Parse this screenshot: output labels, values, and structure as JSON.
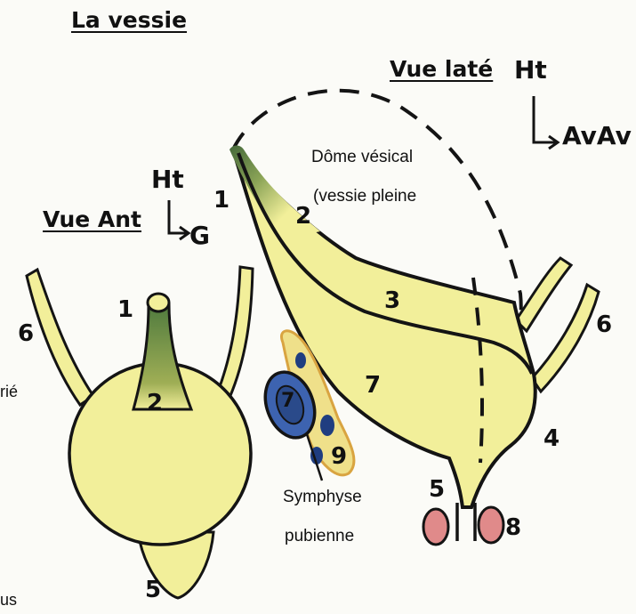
{
  "titles": {
    "main": "La vessie",
    "lateral_view": "Vue laté",
    "anterior_view": "Vue Ant"
  },
  "orientation": {
    "lateral_up": "Ht",
    "lateral_direction": "AvAv",
    "anterior_up": "Ht",
    "anterior_direction": "G"
  },
  "labels": {
    "dome": "Dôme vésical",
    "dome_note": "(vessie pleine",
    "symphysis_line1": "Symphyse",
    "symphysis_line2": "pubienne"
  },
  "numbers": {
    "ant_1": "1",
    "ant_2": "2",
    "ant_5": "5",
    "ant_6": "6",
    "lat_1": "1",
    "lat_2": "2",
    "lat_3": "3",
    "lat_4": "4",
    "lat_5": "5",
    "lat_6": "6",
    "lat_7": "7",
    "lat_8": "8",
    "lat_9": "9",
    "sym_7": "7"
  },
  "edge_text": {
    "left_fragment": "rié",
    "bottom_fragment": "us"
  },
  "colors": {
    "bladder_fill": "#f2ef9a",
    "urachus_green": "#5f7f3e",
    "outline": "#141414",
    "prostate_red": "#e08a8a",
    "symphysis_blue": "#2a4a8a"
  }
}
